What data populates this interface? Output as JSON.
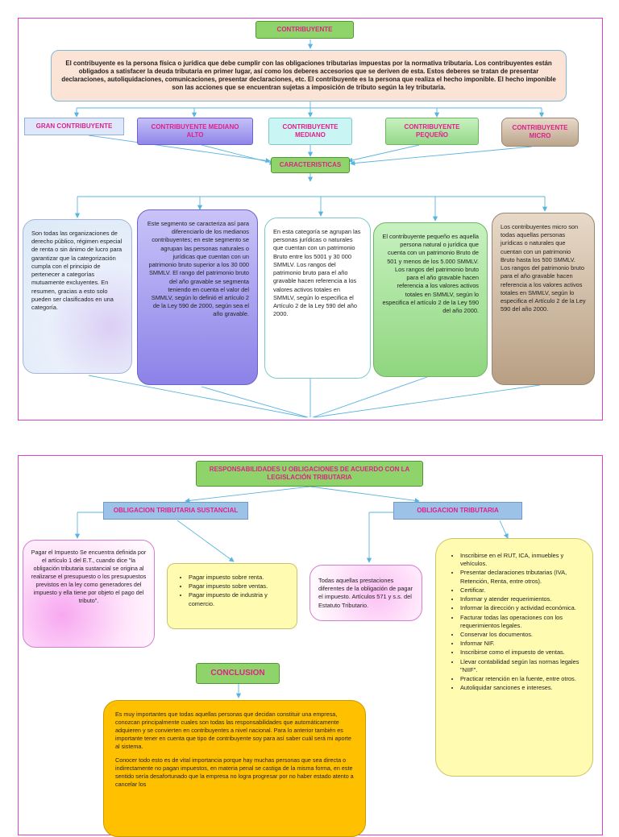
{
  "top": {
    "title": "CONTRIBUYENTE",
    "definition": "El contribuyente es la persona física o jurídica que debe cumplir con las obligaciones tributarias impuestas por la normativa tributaria. Los contribuyentes están obligados a satisfacer la deuda tributaria en primer lugar, así como los deberes accesorios que se deriven de esta. Estos deberes se tratan de presentar declaraciones, autoliquidaciones, comunicaciones, presentar declaraciones, etc. El contribuyente es la persona que realiza el hecho imponible. El hecho imponible son las acciones que se encuentran sujetas a imposición de tributo según la ley tributaria.",
    "types": [
      {
        "label": "GRAN CONTRIBUYENTE"
      },
      {
        "label": "CONTRIBUYENTE MEDIANO ALTO"
      },
      {
        "label": "CONTRIBUYENTE MEDIANO"
      },
      {
        "label": "CONTRIBUYENTE PEQUEÑO"
      },
      {
        "label": "CONTRIBUYENTE MICRO"
      }
    ],
    "characteristics_label": "CARACTERISTICAS",
    "descriptions": [
      "Son todas las organizaciones de derecho público, régimen especial de renta o sin ánimo de lucro para garantizar que la categorización cumpla con el principio de pertenecer a categorías mutuamente excluyentes. En resumen, gracias a esto solo pueden ser clasificados en una categoría.",
      "Este segmento se caracteriza así para diferenciarlo de los medianos contribuyentes; en este segmento se agrupan las personas naturales o jurídicas que cuentan con un patrimonio bruto superior a los 30 000 SMMLV. El rango del patrimonio bruto del año gravable se segmenta teniendo en cuenta el valor del SMMLV, según lo definió el artículo 2 de la Ley 590 de 2000, según sea el año gravable.",
      "En esta categoría se agrupan las personas jurídicas o naturales que cuentan con un patrimonio Bruto entre los 5001 y 30 000 SMMLV. Los rangos del patrimonio bruto para el año gravable hacen referencia a los valores activos totales en SMMLV, según lo especifica el Artículo 2 de la Ley 590 del año 2000.",
      "El contribuyente pequeño es aquella persona natural o jurídica que cuenta con un patrimonio Bruto de 501 y menos de los 5.000 SMMLV. Los rangos del patrimonio bruto para el año gravable hacen referencia a los valores activos totales en SMMLV, según lo especifica el artículo 2 de la Ley 590 del año 2000.",
      "Los contribuyentes micro son todas aquellas personas jurídicas o naturales que cuentan con un patrimonio Bruto hasta los 500 SMMLV. Los rangos del patrimonio bruto para el año gravable hacen referencia a los valores activos totales en SMMLV, según lo especifica el Artículo 2 de la Ley 590 del año 2000."
    ]
  },
  "bottom": {
    "title": "RESPONSABILIDADES U OBLIGACIONES DE ACUERDO CON LA LEGISLACIÓN TRIBUTARIA",
    "left_branch": "OBLIGACION TRIBUTARIA SUSTANCIAL",
    "right_branch": "OBLIGACION TRIBUTARIA",
    "sustancial_desc": "Pagar el Impuesto Se encuentra definida por el artículo 1 del E.T., cuando dice \"la obligación tributaria sustancial se origina al realizarse el presupuesto o los presupuestos previstos en la ley como generadores del impuesto y ella tiene por objeto el pago del tributo\".",
    "sustancial_items": [
      "Pagar impuesto sobre renta.",
      "Pagar impuesto sobre ventas.",
      "Pagar impuesto de industria y comercio."
    ],
    "formal_desc": "Todas aquellas prestaciones diferentes de la obligación de pagar el impuesto. Artículos 571 y s.s. del Estatuto Tributario.",
    "formal_items": [
      "Inscribirse en el RUT, ICA, inmuebles y vehículos.",
      "Presentar declaraciones tributarias (IVA, Retención, Renta, entre otros).",
      "Certificar.",
      "Informar y atender requerimientos.",
      "Informar la dirección y actividad económica.",
      "Facturar todas las operaciones con los requerimientos legales.",
      "Conservar los documentos.",
      "Informar NIF.",
      "Inscribirse como el impuesto de ventas.",
      "Llevar contabilidad según las normas legales \"NIIF\".",
      "Practicar retención en la fuente, entre otros.",
      "Autoliquidar sanciones e intereses."
    ],
    "conclusion_label": "CONCLUSION",
    "conclusion_p1": "Es muy importantes que todas aquellas personas que decidan constituir una empresa, conozcan principalmente cuales son todas las responsabilidades que automáticamente adquieren y se convierten en contribuyentes a nivel nacional. Para lo anterior también es importante tener en cuenta que tipo de contribuyente soy para así saber cuál será mi aporte al sistema.",
    "conclusion_p2": "Conocer todo esto es de vital importancia porque hay muchas personas que sea directa o indirectamente no pagan impuestos, en materia penal se castiga de la misma forma, en este sentido sería desafortunado que la empresa no logra progresar por no haber estado atento a cancelar los"
  },
  "colors": {
    "frame": "#e040d0",
    "label_pink": "#e0208a",
    "green": "#8fd46a",
    "blue_label": "#9cc2e8",
    "yellow": "#fffbb0",
    "orange": "#ffc000"
  }
}
